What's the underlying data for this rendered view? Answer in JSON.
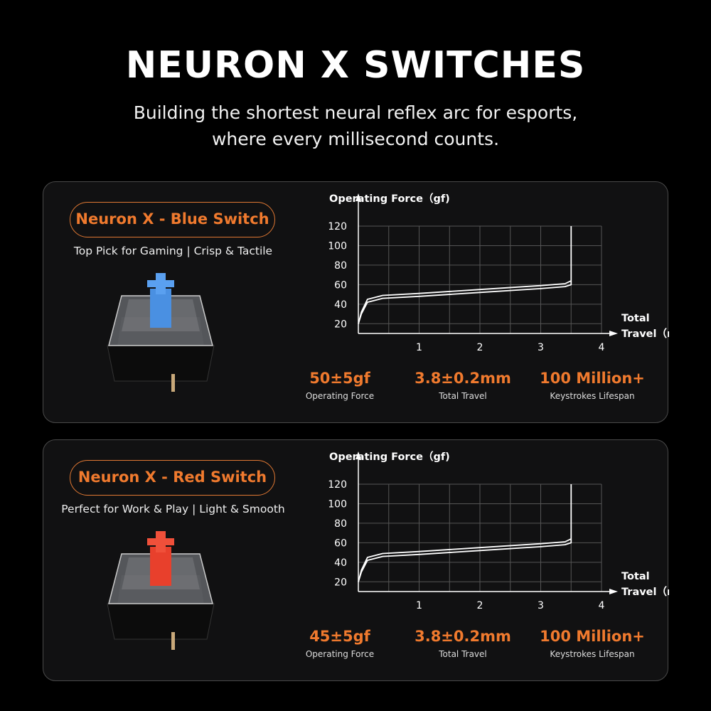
{
  "page": {
    "title": "NEURON X SWITCHES",
    "subtitle_line1": "Building the shortest neural reflex arc for esports,",
    "subtitle_line2": "where every millisecond counts."
  },
  "colors": {
    "accent": "#f07a2e",
    "background": "#000000",
    "card": "#111112",
    "blue_stem": "#4a90e2",
    "red_stem": "#e8402c"
  },
  "cards": [
    {
      "name": "Neuron X - Blue Switch",
      "tagline": "Top Pick for Gaming | Crisp & Tactile",
      "stem_icon": "blue-switch-icon",
      "stats": [
        {
          "value": "50±5gf",
          "label": "Operating Force"
        },
        {
          "value": "3.8±0.2mm",
          "label": "Total Travel"
        },
        {
          "value": "100 Million+",
          "label": "Keystrokes Lifespan"
        }
      ]
    },
    {
      "name": "Neuron X - Red Switch",
      "tagline": "Perfect for Work & Play | Light & Smooth",
      "stem_icon": "red-switch-icon",
      "stats": [
        {
          "value": "45±5gf",
          "label": "Operating Force"
        },
        {
          "value": "3.8±0.2mm",
          "label": "Total Travel"
        },
        {
          "value": "100 Million+",
          "label": "Keystrokes Lifespan"
        }
      ]
    }
  ],
  "chart_data": [
    {
      "type": "line",
      "ylabel": "Operating Force（gf)",
      "xlabel_line1": "Total",
      "xlabel_line2": "Travel（mm)",
      "xlim": [
        0,
        4
      ],
      "ylim": [
        10,
        120
      ],
      "xticks": [
        1,
        2,
        3,
        4
      ],
      "yticks": [
        20,
        40,
        60,
        80,
        100,
        120
      ],
      "grid": true,
      "series": [
        {
          "x": [
            0,
            0.05,
            0.15,
            0.4,
            1,
            2,
            3,
            3.4,
            3.5,
            3.5
          ],
          "y": [
            20,
            30,
            42,
            46,
            48,
            52,
            56,
            58,
            60,
            120
          ]
        },
        {
          "x": [
            0,
            0.05,
            0.15,
            0.4,
            1,
            2,
            3,
            3.4,
            3.5
          ],
          "y": [
            20,
            32,
            45,
            49,
            51,
            55,
            59,
            61,
            64
          ]
        }
      ]
    },
    {
      "type": "line",
      "ylabel": "Operating Force（gf)",
      "xlabel_line1": "Total",
      "xlabel_line2": "Travel（mm)",
      "xlim": [
        0,
        4
      ],
      "ylim": [
        10,
        120
      ],
      "xticks": [
        1,
        2,
        3,
        4
      ],
      "yticks": [
        20,
        40,
        60,
        80,
        100,
        120
      ],
      "grid": true,
      "series": [
        {
          "x": [
            0,
            0.05,
            0.15,
            0.4,
            1,
            2,
            3,
            3.4,
            3.5,
            3.5
          ],
          "y": [
            20,
            30,
            42,
            46,
            48,
            52,
            56,
            58,
            60,
            120
          ]
        },
        {
          "x": [
            0,
            0.05,
            0.15,
            0.4,
            1,
            2,
            3,
            3.4,
            3.5
          ],
          "y": [
            20,
            32,
            45,
            49,
            51,
            55,
            59,
            61,
            64
          ]
        }
      ]
    }
  ]
}
